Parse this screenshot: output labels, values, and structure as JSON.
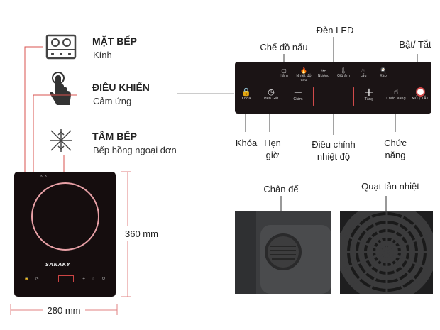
{
  "features": [
    {
      "title": "MẶT BẾP",
      "subtitle": "Kính",
      "icon": "cooktop-icon"
    },
    {
      "title": "ĐIỀU KHIỂN",
      "subtitle": "Cảm ứng",
      "icon": "touch-hand-icon"
    },
    {
      "title": "TÂM BẾP",
      "subtitle": "Bếp hồng ngoại đơn",
      "icon": "infrared-heat-icon"
    }
  ],
  "stove": {
    "brand": "SANAKY",
    "height_label": "360 mm",
    "width_label": "280 mm"
  },
  "control_panel": {
    "labels": {
      "led": "Đèn LED",
      "cook_modes": "Chế đồ nấu",
      "power": "Bật/ Tắt",
      "lock": "Khóa",
      "timer": "Hẹn\ngiờ",
      "temperature": "Điều chỉnh\nnhiệt độ",
      "function": "Chức\nnăng"
    },
    "mode_labels": [
      "Hầm",
      "Nhiệt độ cao",
      "Nướng",
      "Giữ ấm",
      "Lẩu",
      "Xào"
    ],
    "bottom_labels": {
      "lock": "Khóa",
      "timer": "Hẹn Giờ",
      "decrease": "Giảm",
      "increase": "Tăng",
      "function": "Chức Năng",
      "power": "MỞ / TẮT"
    },
    "minus": "−",
    "plus": "+"
  },
  "photos": {
    "foot": "Chân đế",
    "fan": "Quạt tản nhiệt"
  },
  "colors": {
    "accent_line": "#d9534f",
    "panel": "#1b1415",
    "ring": "#e8a0a6"
  }
}
